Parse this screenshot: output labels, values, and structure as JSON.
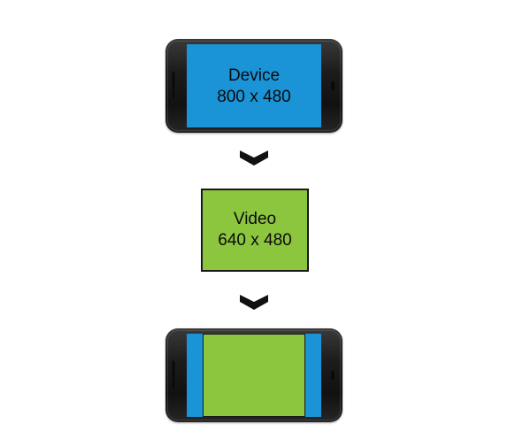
{
  "device": {
    "line1": "Device",
    "line2": "800 x 480"
  },
  "video": {
    "line1": "Video",
    "line2": "640 x 480"
  },
  "colors": {
    "device_screen": "#1a94d6",
    "video": "#8cc63f",
    "phone_body": "#1c1c1c",
    "arrow": "#111111"
  },
  "icons": [
    "chevron-down-icon",
    "chevron-down-icon"
  ]
}
